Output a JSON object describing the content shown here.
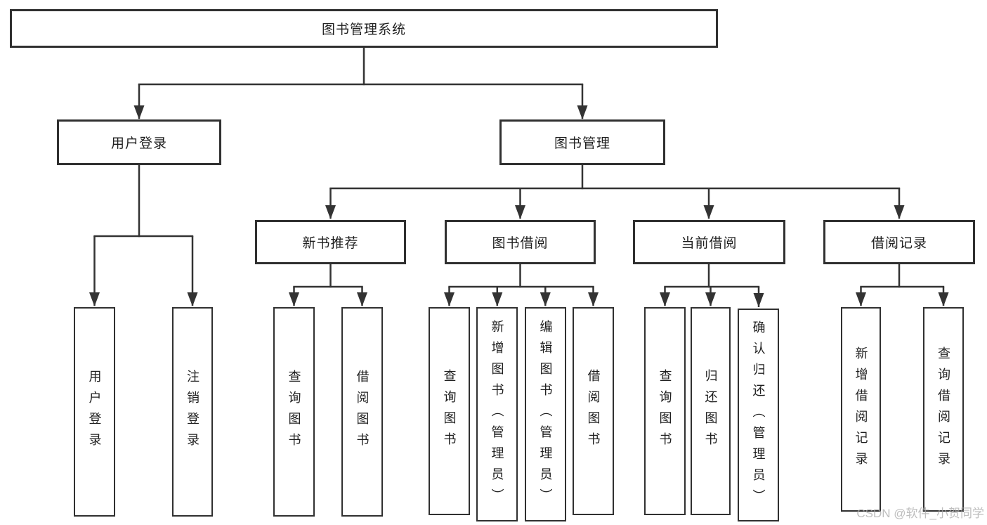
{
  "tree": {
    "root": {
      "label": "图书管理系统"
    },
    "children": [
      {
        "label": "用户登录",
        "children": [
          {
            "label": "用户登录"
          },
          {
            "label": "注销登录"
          }
        ]
      },
      {
        "label": "图书管理",
        "children": [
          {
            "label": "新书推荐",
            "children": [
              {
                "label": "查询图书"
              },
              {
                "label": "借阅图书"
              }
            ]
          },
          {
            "label": "图书借阅",
            "children": [
              {
                "label": "查询图书"
              },
              {
                "label": "新增图书（管理员）"
              },
              {
                "label": "编辑图书（管理员）"
              },
              {
                "label": "借阅图书"
              }
            ]
          },
          {
            "label": "当前借阅",
            "children": [
              {
                "label": "查询图书"
              },
              {
                "label": "归还图书"
              },
              {
                "label": "确认归还（管理员）"
              }
            ]
          },
          {
            "label": "借阅记录",
            "children": [
              {
                "label": "新增借阅记录"
              },
              {
                "label": "查询借阅记录"
              }
            ]
          }
        ]
      }
    ]
  },
  "watermark": {
    "text": "CSDN @软件_小贺同学"
  },
  "colors": {
    "line": "#333333",
    "box_border": "#303030",
    "text": "#1f1f1f",
    "background": "#ffffff",
    "watermark": "#a8a8a8"
  }
}
